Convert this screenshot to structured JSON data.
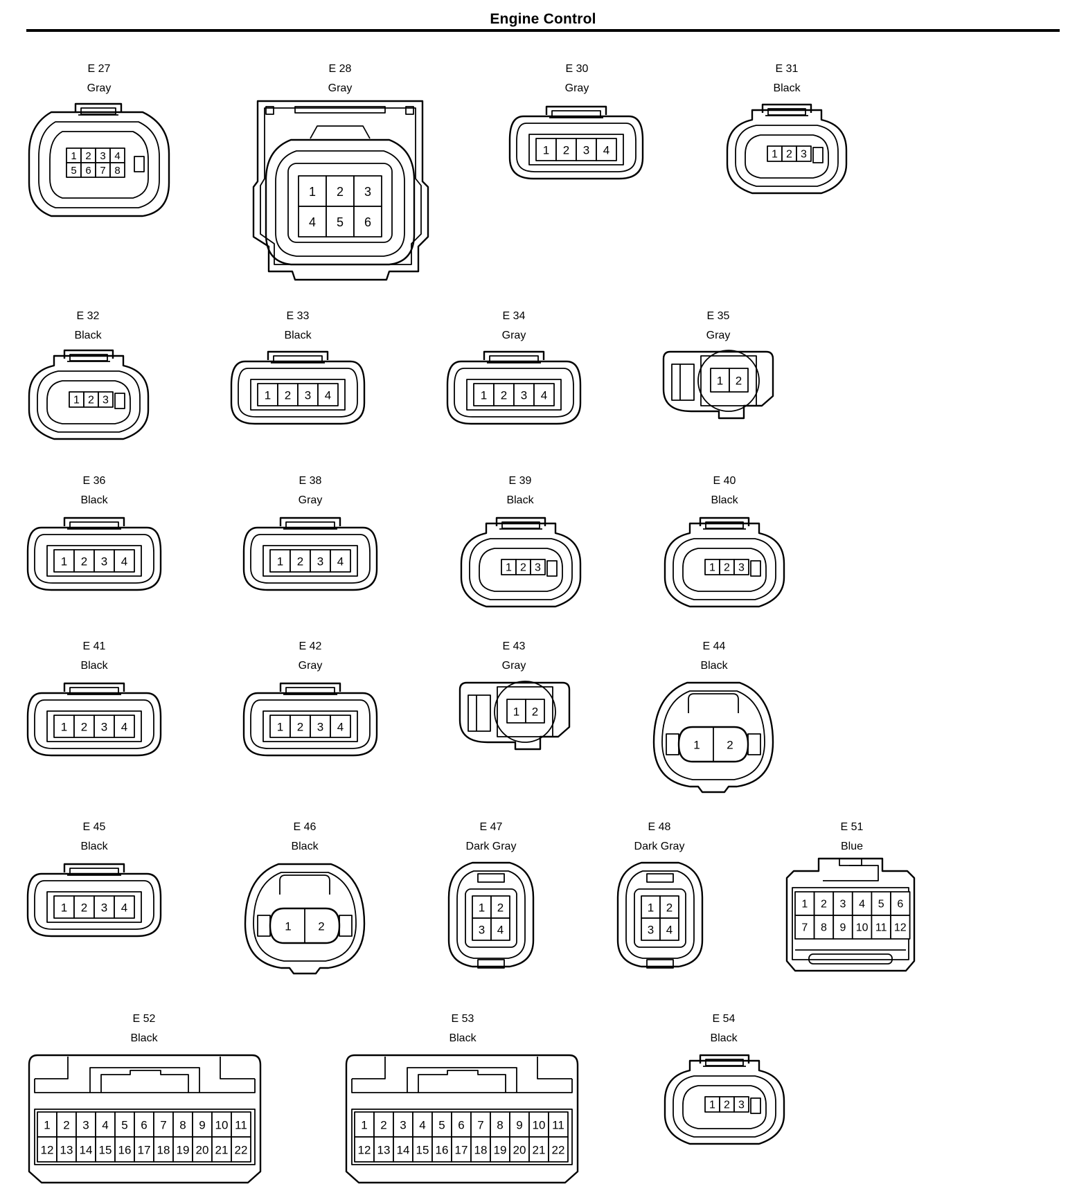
{
  "title": "Engine Control",
  "connectors": [
    {
      "code": "E 27",
      "color": "Gray",
      "pins": [
        "1",
        "2",
        "3",
        "4",
        "5",
        "6",
        "7",
        "8"
      ]
    },
    {
      "code": "E 28",
      "color": "Gray",
      "pins": [
        "1",
        "2",
        "3",
        "4",
        "5",
        "6"
      ]
    },
    {
      "code": "E 30",
      "color": "Gray",
      "pins": [
        "1",
        "2",
        "3",
        "4"
      ]
    },
    {
      "code": "E 31",
      "color": "Black",
      "pins": [
        "1",
        "2",
        "3"
      ]
    },
    {
      "code": "E 32",
      "color": "Black",
      "pins": [
        "1",
        "2",
        "3"
      ]
    },
    {
      "code": "E 33",
      "color": "Black",
      "pins": [
        "1",
        "2",
        "3",
        "4"
      ]
    },
    {
      "code": "E 34",
      "color": "Gray",
      "pins": [
        "1",
        "2",
        "3",
        "4"
      ]
    },
    {
      "code": "E 35",
      "color": "Gray",
      "pins": [
        "1",
        "2"
      ]
    },
    {
      "code": "E 36",
      "color": "Black",
      "pins": [
        "1",
        "2",
        "3",
        "4"
      ]
    },
    {
      "code": "E 38",
      "color": "Gray",
      "pins": [
        "1",
        "2",
        "3",
        "4"
      ]
    },
    {
      "code": "E 39",
      "color": "Black",
      "pins": [
        "1",
        "2",
        "3"
      ]
    },
    {
      "code": "E 40",
      "color": "Black",
      "pins": [
        "1",
        "2",
        "3"
      ]
    },
    {
      "code": "E 41",
      "color": "Black",
      "pins": [
        "1",
        "2",
        "3",
        "4"
      ]
    },
    {
      "code": "E 42",
      "color": "Gray",
      "pins": [
        "1",
        "2",
        "3",
        "4"
      ]
    },
    {
      "code": "E 43",
      "color": "Gray",
      "pins": [
        "1",
        "2"
      ]
    },
    {
      "code": "E 44",
      "color": "Black",
      "pins": [
        "1",
        "2"
      ]
    },
    {
      "code": "E 45",
      "color": "Black",
      "pins": [
        "1",
        "2",
        "3",
        "4"
      ]
    },
    {
      "code": "E 46",
      "color": "Black",
      "pins": [
        "1",
        "2"
      ]
    },
    {
      "code": "E 47",
      "color": "Dark Gray",
      "pins": [
        "1",
        "2",
        "3",
        "4"
      ]
    },
    {
      "code": "E 48",
      "color": "Dark Gray",
      "pins": [
        "1",
        "2",
        "3",
        "4"
      ]
    },
    {
      "code": "E 51",
      "color": "Blue",
      "pins": [
        "1",
        "2",
        "3",
        "4",
        "5",
        "6",
        "7",
        "8",
        "9",
        "10",
        "11",
        "12"
      ]
    },
    {
      "code": "E 52",
      "color": "Black",
      "pins": [
        "1",
        "2",
        "3",
        "4",
        "5",
        "6",
        "7",
        "8",
        "9",
        "10",
        "11",
        "12",
        "13",
        "14",
        "15",
        "16",
        "17",
        "18",
        "19",
        "20",
        "21",
        "22"
      ]
    },
    {
      "code": "E 53",
      "color": "Black",
      "pins": [
        "1",
        "2",
        "3",
        "4",
        "5",
        "6",
        "7",
        "8",
        "9",
        "10",
        "11",
        "12",
        "13",
        "14",
        "15",
        "16",
        "17",
        "18",
        "19",
        "20",
        "21",
        "22"
      ]
    },
    {
      "code": "E 54",
      "color": "Black",
      "pins": [
        "1",
        "2",
        "3"
      ]
    }
  ]
}
